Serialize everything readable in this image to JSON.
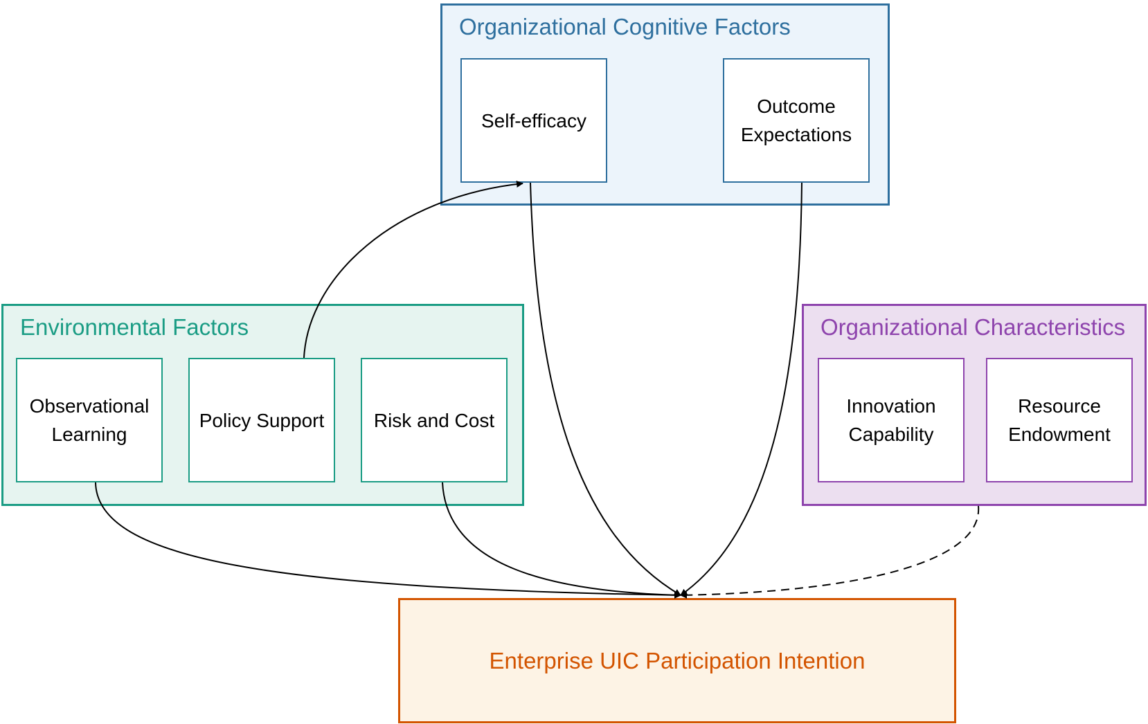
{
  "groups": {
    "cognitive": {
      "title": "Organizational Cognitive Factors",
      "color": "#2e6f9e",
      "fill": "#ecf4fb"
    },
    "environmental": {
      "title": "Environmental Factors",
      "color": "#1a9c84",
      "fill": "#e6f4f0"
    },
    "organizational": {
      "title": "Organizational Characteristics",
      "color": "#8e44ad",
      "fill": "#ecdff0"
    }
  },
  "nodes": {
    "self_efficacy": {
      "lines": [
        "Self-efficacy"
      ]
    },
    "outcome_expectations": {
      "lines": [
        "Outcome",
        "Expectations"
      ]
    },
    "observational_learning": {
      "lines": [
        "Observational",
        "Learning"
      ]
    },
    "policy_support": {
      "lines": [
        "Policy Support"
      ]
    },
    "risk_and_cost": {
      "lines": [
        "Risk and Cost"
      ]
    },
    "innovation_capability": {
      "lines": [
        "Innovation",
        "Capability"
      ]
    },
    "resource_endowment": {
      "lines": [
        "Resource",
        "Endowment"
      ]
    },
    "target": {
      "label": "Enterprise UIC Participation Intention",
      "color": "#d35400",
      "fill": "#fdf3e5"
    }
  },
  "edges": [
    {
      "from": "policy_support",
      "to": "self_efficacy",
      "style": "solid"
    },
    {
      "from": "self_efficacy",
      "to": "target",
      "style": "solid"
    },
    {
      "from": "outcome_expectations",
      "to": "target",
      "style": "solid"
    },
    {
      "from": "observational_learning",
      "to": "target",
      "style": "solid"
    },
    {
      "from": "risk_and_cost",
      "to": "target",
      "style": "solid"
    },
    {
      "from": "organizational",
      "to": "target",
      "style": "dashed"
    }
  ]
}
